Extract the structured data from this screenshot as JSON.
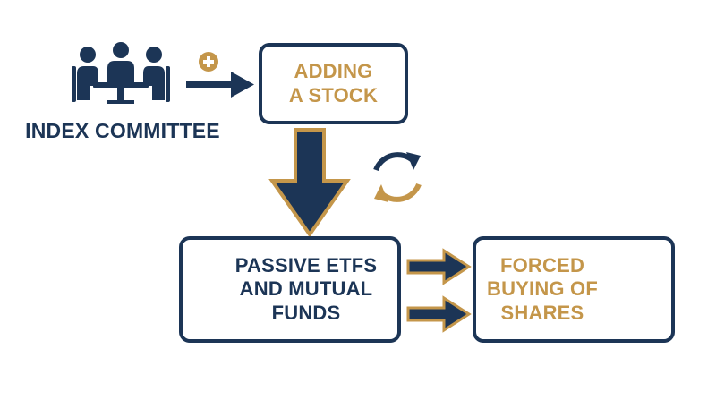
{
  "colors": {
    "navy": "#1c3556",
    "gold": "#c4964a"
  },
  "committee": {
    "label": "INDEX COMMITTEE",
    "icon": "meeting-people-icon",
    "plus_icon": "plus-circle-icon"
  },
  "adding_stock": {
    "label": "ADDING\nA STOCK"
  },
  "cycle": {
    "icon": "refresh-cycle-icon"
  },
  "passive_funds": {
    "label": "PASSIVE ETFS\nAND MUTUAL\nFUNDS",
    "icon": "document-gears-icon"
  },
  "forced_buying": {
    "label": "FORCED\nBUYING OF\nSHARES",
    "icon": "cart-upload-icon"
  }
}
